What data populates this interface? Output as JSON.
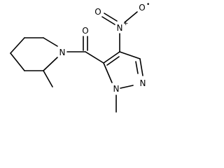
{
  "molecule": {
    "atoms": {
      "piperidine_n": "N",
      "carbonyl_o": "O",
      "nitro_n": "N",
      "nitro_n_charge": "+",
      "nitro_o_top": "O",
      "nitro_o_top_charge": "•",
      "nitro_o_left": "O",
      "pyrazole_n_ring": "N",
      "pyrazole_n_methyl": "N"
    }
  }
}
